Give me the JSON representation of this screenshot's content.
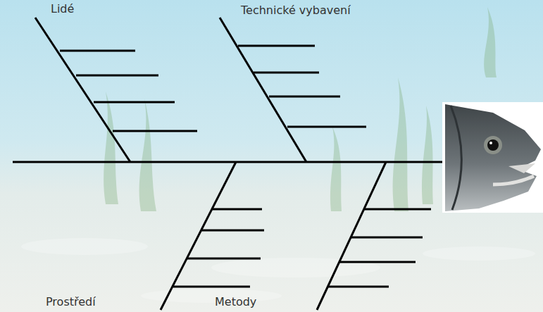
{
  "diagram": {
    "labels": [
      "Lidé",
      "Technické vybavení",
      "Prostředí",
      "Metody"
    ]
  }
}
